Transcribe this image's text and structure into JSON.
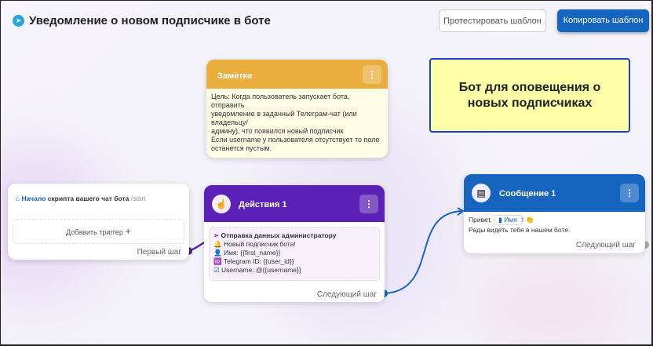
{
  "header": {
    "title": "Уведомление о новом подписчике в боте",
    "test_label": "Протестировать шаблон",
    "copy_label": "Копировать шаблон"
  },
  "colors": {
    "accent": "#1565c0",
    "note": "#e9ae3e",
    "actions": "#5b21b6",
    "sticky": "#ffffa8"
  },
  "note": {
    "title": "Заметка",
    "text_lines": [
      "Цель: Когда пользователь запускает бота, отправить",
      "уведомление в заданный Телеграм-чат (или владельцу/",
      "админу), что появился новый подписчик",
      "Если username у пользователя отсутствует то поле",
      "останется пустым."
    ]
  },
  "sticky": {
    "text": "Бот для оповещения о новых подписчиках"
  },
  "start": {
    "link": "Начало",
    "text": "скрипта вашего чат бота",
    "command": "/start",
    "trigger": "Добавить триггер",
    "trigger_icon": "+",
    "step": "Первый шаг"
  },
  "actions": {
    "title": "Действия 1",
    "action_title": "Отправка данных администратору",
    "lines": [
      {
        "icon": "🔔",
        "text": "Новый подписчик бота!"
      },
      {
        "icon": "👤",
        "text": "Имя: {{first_name}}"
      },
      {
        "icon": "🆔",
        "text": "Telegram ID: {{user_id}}"
      },
      {
        "icon": "☑",
        "text": "Username: @{{username}}"
      }
    ],
    "step": "Следующий шаг"
  },
  "message": {
    "title": "Сообщение 1",
    "greeting": "Привет,",
    "variable": "Имя",
    "after": "!",
    "emoji": "👏",
    "line2": "Рады видеть тебя в нашем боте.",
    "step": "Следующий шаг"
  }
}
